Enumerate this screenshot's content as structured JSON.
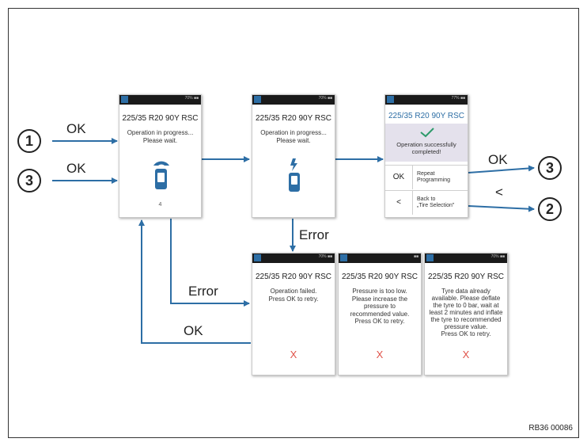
{
  "colors": {
    "accent": "#2d6ea5",
    "error": "#e0534a",
    "status_bar": "#1a1a1a",
    "highlight": "#e4e1ec"
  },
  "tire_size": "225/35 R20 90Y RSC",
  "screens": {
    "s1": {
      "message_1": "Operation in progress...",
      "message_2": "Please wait.",
      "count": "4",
      "status_text": "70% ■■",
      "icon": "remote-control-icon"
    },
    "s2": {
      "message_1": "Operation in progress...",
      "message_2": "Please wait.",
      "status_text": "70% ■■",
      "icon": "programming-icon"
    },
    "s3": {
      "message_1": "Operation successfully",
      "message_2": "completed!",
      "status_text": "77% ■■",
      "icon": "checkmark-icon",
      "option_ok_key": "OK",
      "option_ok_label_1": "Repeat",
      "option_ok_label_2": "Programming",
      "option_back_key": "<",
      "option_back_label_1": "Back to",
      "option_back_label_2": "„Tire Selection\""
    },
    "e1": {
      "message_1": "Operation failed.",
      "message_2": "Press OK to retry.",
      "x": "X",
      "status_text": "70% ■■"
    },
    "e2": {
      "message_1": "Pressure is too low.",
      "message_2": "Please increase the",
      "message_3": "pressure to",
      "message_4": "recommended value.",
      "message_5": "Press OK to retry.",
      "x": "X",
      "status_text": "■■"
    },
    "e3": {
      "message_1": "Tyre data already",
      "message_2": "available. Please deflate",
      "message_3": "the tyre to 0 bar, wait at",
      "message_4": "least 2 minutes and inflate",
      "message_5": "the tyre to recommended",
      "message_6": "pressure value.",
      "message_7": "Press OK to retry.",
      "x": "X",
      "status_text": "70% ■■"
    }
  },
  "labels": {
    "ok_top": "OK",
    "ok_mid": "OK",
    "ok_out": "OK",
    "back_out": "<",
    "error_down": "Error",
    "error_left": "Error",
    "ok_back": "OK"
  },
  "circles": {
    "in_1": "1",
    "in_3": "3",
    "out_3": "3",
    "out_2": "2"
  },
  "doc_id": "RB36 00086"
}
